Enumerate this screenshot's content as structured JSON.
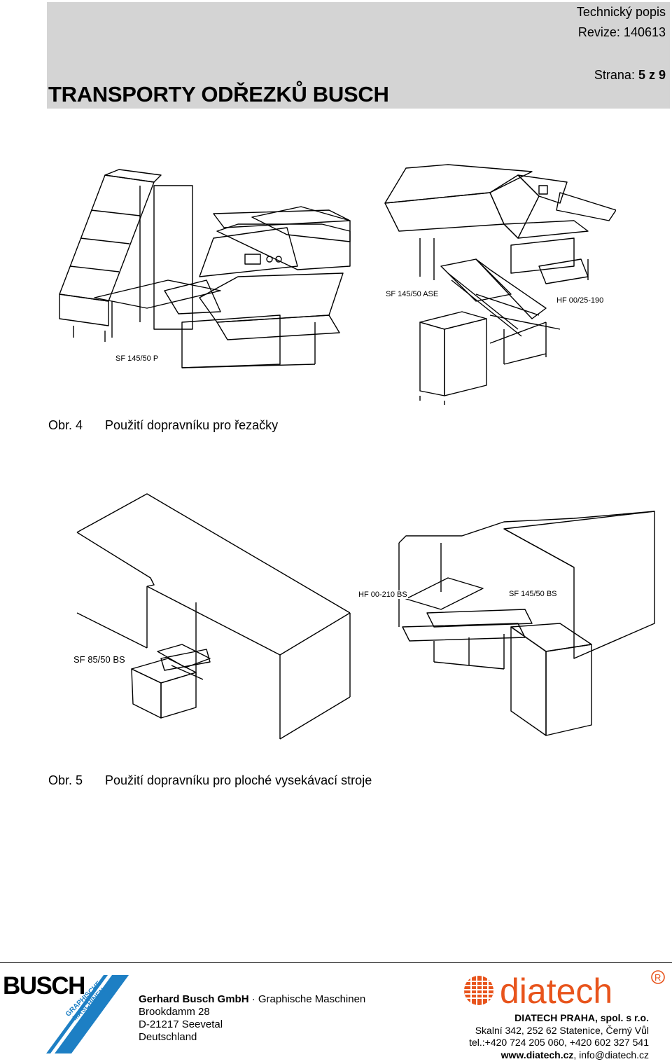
{
  "header": {
    "doc_type": "Technický popis",
    "revision": "Revize: 140613",
    "page_label": "Strana:",
    "page_value": "5 z 9",
    "title": "TRANSPORTY ODŘEZKŮ BUSCH"
  },
  "figure4": {
    "labels": {
      "sf_p": "SF 145/50 P",
      "sf_ase": "SF 145/50 ASE",
      "hf": "HF 00/25-190"
    },
    "caption_num": "Obr. 4",
    "caption_text": "Použití dopravníku pro řezačky"
  },
  "figure5": {
    "labels": {
      "hf_bs": "HF 00-210 BS",
      "sf_145_bs": "SF 145/50 BS",
      "sf_85_bs": "SF 85/50 BS"
    },
    "caption_num": "Obr. 5",
    "caption_text": "Použití dopravníku pro ploché vysekávací stroje"
  },
  "footer": {
    "busch_logo_text": "BUSCH",
    "busch_logo_sub1": "GRAPHISCHE",
    "busch_logo_sub2": "MASCHINEN",
    "company_name": "Gerhard Busch GmbH",
    "company_suffix": " · Graphische Maschinen",
    "street": "Brookdamm 28",
    "city": "D-21217 Seevetal",
    "country": "Deutschland",
    "diatech_logo_text": "diatech",
    "diatech_company": "DIATECH PRAHA, spol. s r.o.",
    "diatech_address": "Skalní 342, 252 62 Statenice, Černý Vůl",
    "diatech_phone": "tel.:+420 724 205 060, +420 602 327 541",
    "diatech_web": "www.diatech.cz",
    "diatech_email": ", info@diatech.cz"
  },
  "colors": {
    "header_bg": "#d4d4d4",
    "busch_blue": "#1d7fc4",
    "diatech_orange": "#e8541c"
  }
}
